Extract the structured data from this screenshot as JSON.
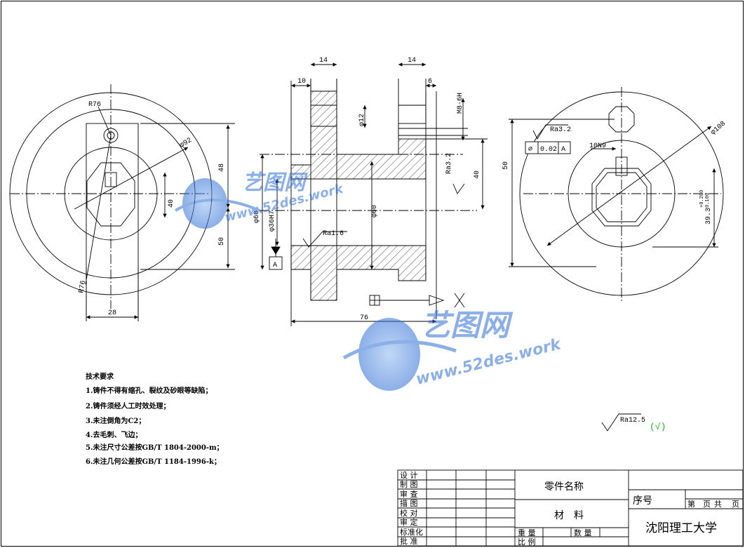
{
  "views": {
    "left": {
      "labels": {
        "r76_top": "R76",
        "d92": "φ92",
        "dim_48": "48",
        "dim_40": "40",
        "dim_50": "50",
        "r76_bottom": "R76",
        "dim_28": "28"
      }
    },
    "center": {
      "labels": {
        "dim_14a": "14",
        "dim_14b": "14",
        "dim_10": "10",
        "dim_6": "6",
        "d12": "φ12",
        "m8": "M8-6H",
        "ra32": "Ra3.2",
        "dim_40": "40",
        "d60a": "φ60",
        "d60b": "φ60",
        "d36": "φ36H7",
        "ra16": "Ra1.6",
        "datum": "A",
        "dim_76": "76"
      }
    },
    "right": {
      "labels": {
        "ra32": "Ra3.2",
        "tol_sym": "⌀",
        "tol_val": "0.02",
        "tol_ref": "A",
        "key": "10N9",
        "d108": "φ108",
        "dim_50": "50",
        "dim_393": "39.3",
        "tol_up": "+0.200",
        "tol_dn": "0.100"
      }
    }
  },
  "tech_requirements": {
    "title": "技术要求",
    "items": [
      "1.铸件不得有缩孔、裂纹及砂眼等缺陷；",
      "2.铸件须经人工时效处理；",
      "3.未注倒角为C2；",
      "4.去毛刺、飞边；",
      "5.未注尺寸公差按GB/T 1804-2000-m；",
      "6.未注几何公差按GB/T 1184-1996-k；"
    ]
  },
  "roughness": {
    "label": "Ra12.5",
    "mark": "(√)"
  },
  "watermark": {
    "brand": "艺图网",
    "url": "www.52des.work"
  },
  "title_block": {
    "roles": [
      "设 计",
      "制 图",
      "审 查",
      "描 图",
      "校 对",
      "审 定",
      "标准化",
      "批 准"
    ],
    "part_name": "零件名称",
    "material": "材　料",
    "weight": "重 量",
    "quantity": "数 量",
    "scale": "比 例",
    "serial": "序号",
    "sheet_no": "第",
    "sheet_page": "页",
    "sheet_total": "共",
    "sheet_page2": "页",
    "school": "沈阳理工大学"
  },
  "colors": {
    "line": "#000000",
    "watermark": "#2f6fd6",
    "roughness_mark": "#22aa22"
  }
}
